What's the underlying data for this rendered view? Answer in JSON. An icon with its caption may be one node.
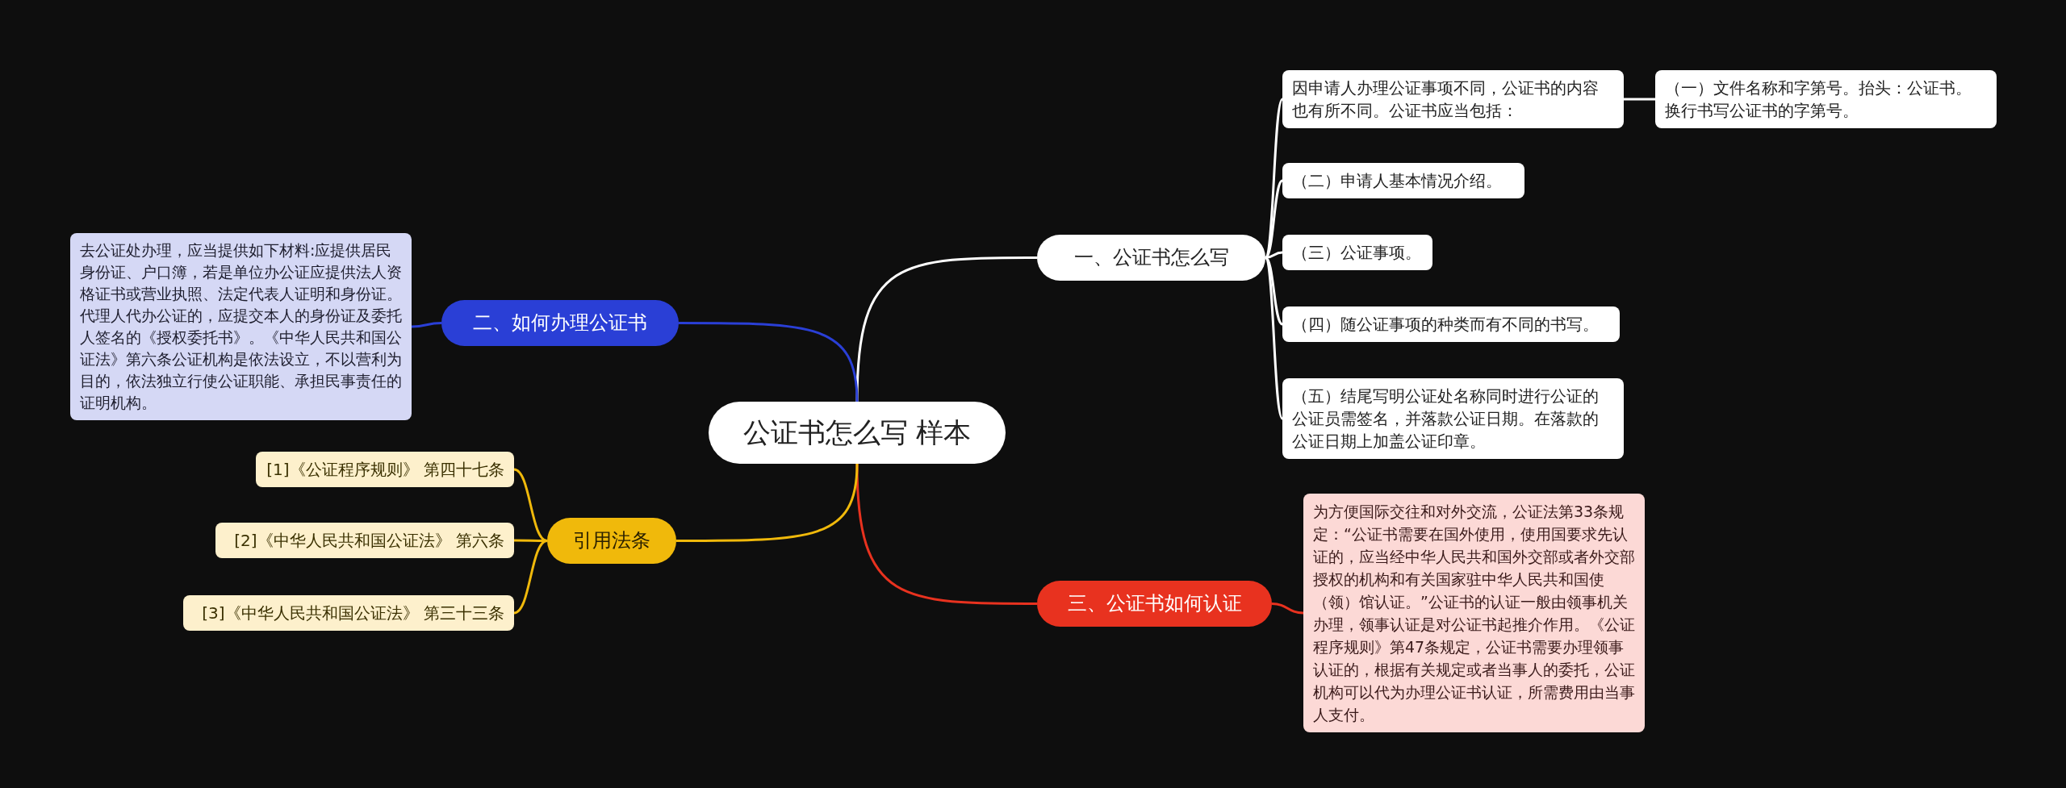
{
  "diagram": {
    "nodes": [
      {
        "text": [
          "公证书怎么写 样本"
        ]
      },
      {
        "text": [
          "一、公证书怎么写"
        ]
      },
      {
        "text": [
          "因申请人办理公证事项不同，公证书的内容也有所不同。公证书应当包括："
        ]
      },
      {
        "text": [
          "（一）文件名称和字第号。抬头：公证书。换行书写公证书的字第号。"
        ]
      },
      {
        "text": [
          "（二）申请人基本情况介绍。"
        ]
      },
      {
        "text": [
          "（三）公证事项。"
        ]
      },
      {
        "text": [
          "（四）随公证事项的种类而有不同的书写。"
        ]
      },
      {
        "text": [
          "（五）结尾写明公证处名称同时进行公证的公证员需签名，并落款公证日期。在落款的公证日期上加盖公证印章。"
        ]
      },
      {
        "text": [
          "三、公证书如何认证"
        ]
      },
      {
        "text": [
          "为方便国际交往和对外交流，公证法第33条规定：“公证书需要在国外使用，使用国要求先认证的，应当经中华人民共和国外交部或者外交部授权的机构和有关国家驻中华人民共和国使（领）馆认证。”公证书的认证一般由领事机关办理，领事认证是对公证书起推介作用。《公证程序规则》第47条规定，公证书需要办理领事认证的，根据有关规定或者当事人的委托，公证机构可以代为办理公证书认证，所需费用由当事人支付。"
        ]
      },
      {
        "text": [
          "二、如何办理公证书"
        ]
      },
      {
        "text": [
          "去公证处办理，应当提供如下材料:应提供居民身份证、户口簿，若是单位办公证应提供法人资格证书或营业执照、法定代表人证明和身份证。代理人代办公证的，应提交本人的身份证及委托人签名的《授权委托书》。《中华人民共和国公证法》第六条公证机构是依法设立，不以营利为目的，依法独立行使公证职能、承担民事责任的证明机构。"
        ]
      },
      {
        "text": [
          "引用法条"
        ]
      },
      {
        "text": [
          "[1]《公证程序规则》 第四十七条"
        ]
      },
      {
        "text": [
          "[2]《中华人民共和国公证法》 第六条"
        ]
      },
      {
        "text": [
          "[3]《中华人民共和国公证法》 第三十三条"
        ]
      }
    ],
    "edges": [
      {
        "from": 0,
        "to": 1,
        "arrow": "none"
      },
      {
        "from": 1,
        "to": 2,
        "arrow": "none"
      },
      {
        "from": 2,
        "to": 3,
        "arrow": "none"
      },
      {
        "from": 1,
        "to": 4,
        "arrow": "none"
      },
      {
        "from": 1,
        "to": 5,
        "arrow": "none"
      },
      {
        "from": 1,
        "to": 6,
        "arrow": "none"
      },
      {
        "from": 1,
        "to": 7,
        "arrow": "none"
      },
      {
        "from": 0,
        "to": 8,
        "arrow": "none",
        "color": "#e8321f"
      },
      {
        "from": 8,
        "to": 9,
        "arrow": "none",
        "color": "#e8321f"
      },
      {
        "from": 0,
        "to": 10,
        "arrow": "none",
        "color": "#2a3fd6"
      },
      {
        "from": 10,
        "to": 11,
        "arrow": "none",
        "color": "#2a3fd6"
      },
      {
        "from": 0,
        "to": 12,
        "arrow": "none",
        "color": "#f0b90b"
      },
      {
        "from": 12,
        "to": 13,
        "arrow": "none",
        "color": "#f0b90b"
      },
      {
        "from": 12,
        "to": 14,
        "arrow": "none",
        "color": "#f0b90b"
      },
      {
        "from": 12,
        "to": 15,
        "arrow": "none",
        "color": "#f0b90b"
      }
    ]
  }
}
